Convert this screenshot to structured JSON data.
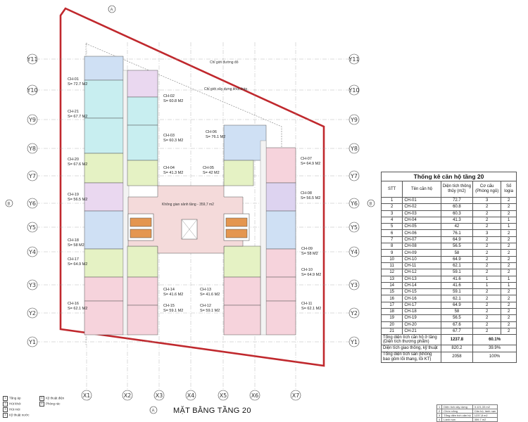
{
  "axes": {
    "rows": [
      "Y11",
      "Y10",
      "Y9",
      "Y8",
      "Y7",
      "Y6",
      "Y5",
      "Y4",
      "Y3",
      "Y2",
      "Y1"
    ],
    "cols": [
      "X1",
      "X2",
      "X3",
      "X4",
      "X5",
      "X6",
      "X7"
    ],
    "sections": [
      "A",
      "B"
    ]
  },
  "notes": {
    "road_boundary": "Chỉ giới đường đỏ",
    "build_boundary": "Chỉ giới xây dựng khối tháp",
    "lobby": "Không gian sảnh tầng - 359,7 m2"
  },
  "units": [
    {
      "name": "CH-01",
      "area": "S= 72.7 M2"
    },
    {
      "name": "CH-02",
      "area": "S= 60.8 M2"
    },
    {
      "name": "CH-03",
      "area": "S= 60.3 M2"
    },
    {
      "name": "CH-04",
      "area": "S= 41.3 M2"
    },
    {
      "name": "CH-05",
      "area": "S= 42 M2"
    },
    {
      "name": "CH-06",
      "area": "S= 76.1 M2"
    },
    {
      "name": "CH-07",
      "area": "S= 64.9 M2"
    },
    {
      "name": "CH-08",
      "area": "S= 56.5 M2"
    },
    {
      "name": "CH-09",
      "area": "S= 58 M2"
    },
    {
      "name": "CH-10",
      "area": "S= 64.9 M2"
    },
    {
      "name": "CH-11",
      "area": "S= 62.1 M2"
    },
    {
      "name": "CH-12",
      "area": "S= 59.1 M2"
    },
    {
      "name": "CH-13",
      "area": "S= 41.6 M2"
    },
    {
      "name": "CH-14",
      "area": "S= 41.6 M2"
    },
    {
      "name": "CH-15",
      "area": "S= 59.1 M2"
    },
    {
      "name": "CH-16",
      "area": "S= 62.1 M2"
    },
    {
      "name": "CH-17",
      "area": "S= 64.9 M2"
    },
    {
      "name": "CH-18",
      "area": "S= 58 M2"
    },
    {
      "name": "CH-19",
      "area": "S= 56.5 M2"
    },
    {
      "name": "CH-20",
      "area": "S= 67.6 M2"
    },
    {
      "name": "CH-21",
      "area": "S= 67.7 M2"
    }
  ],
  "table": {
    "title": "Thống kê căn hộ tầng 20",
    "headers": [
      "STT",
      "Tên căn hộ",
      "Diện tích thông thủy (m2)",
      "Cơ cấu (Phòng ngủ)",
      "Số logia"
    ],
    "rows": [
      [
        "1",
        "CH-01",
        "72.7",
        "3",
        "2"
      ],
      [
        "2",
        "CH-02",
        "60.8",
        "2",
        "2"
      ],
      [
        "3",
        "CH-03",
        "60.3",
        "2",
        "2"
      ],
      [
        "4",
        "CH-04",
        "41.3",
        "2",
        "1"
      ],
      [
        "5",
        "CH-05",
        "42",
        "2",
        "1"
      ],
      [
        "6",
        "CH-06",
        "76.1",
        "3",
        "2"
      ],
      [
        "7",
        "CH-07",
        "64.9",
        "2",
        "2"
      ],
      [
        "8",
        "CH-08",
        "56.5",
        "2",
        "2"
      ],
      [
        "9",
        "CH-09",
        "58",
        "2",
        "2"
      ],
      [
        "10",
        "CH-10",
        "64.9",
        "2",
        "2"
      ],
      [
        "11",
        "CH-11",
        "62.1",
        "2",
        "2"
      ],
      [
        "12",
        "CH-12",
        "59.1",
        "2",
        "2"
      ],
      [
        "13",
        "CH-13",
        "41.6",
        "1",
        "1"
      ],
      [
        "14",
        "CH-14",
        "41.6",
        "1",
        "1"
      ],
      [
        "15",
        "CH-15",
        "59.1",
        "2",
        "2"
      ],
      [
        "16",
        "CH-16",
        "62.1",
        "2",
        "2"
      ],
      [
        "17",
        "CH-17",
        "64.9",
        "2",
        "2"
      ],
      [
        "18",
        "CH-18",
        "58",
        "2",
        "2"
      ],
      [
        "19",
        "CH-19",
        "56.5",
        "2",
        "2"
      ],
      [
        "20",
        "CH-20",
        "67.6",
        "2",
        "2"
      ],
      [
        "21",
        "CH-21",
        "67.7",
        "2",
        "2"
      ]
    ],
    "summary": [
      {
        "label": "Tổng diện tích căn hộ ở tầng (Diện tích thương phẩm)",
        "value": "1237.8",
        "pct": "60.1%"
      },
      {
        "label": "Diện tích giao thông, kỹ thuật",
        "value": "820.2",
        "pct": "39.9%"
      },
      {
        "label": "Tổng diện tích sàn (không bao gồm lõi thang, lõi KT)",
        "value": "2058",
        "pct": "100%"
      }
    ]
  },
  "legend": [
    {
      "num": "1",
      "label": "Tầng áp"
    },
    {
      "num": "2",
      "label": "Hút khói"
    },
    {
      "num": "3",
      "label": "Hút mùi"
    },
    {
      "num": "4",
      "label": "Kỹ thuật nước"
    },
    {
      "num": "5",
      "label": "Kỹ thuật điện"
    },
    {
      "num": "6",
      "label": "Phòng rác"
    }
  ],
  "plan_title": "MẶT BẰNG TẦNG 20",
  "infobox": [
    [
      "1",
      "Diện tích xây dựng",
      "3.121,33 m2"
    ],
    [
      "2",
      "Chức năng",
      "Căn hộ, lánh nạn"
    ],
    [
      "3",
      "Tổng diện tích căn hộ",
      "1237,8 m2"
    ],
    [
      "4",
      "Lánh nạn",
      "359,7 m2"
    ]
  ],
  "colors": {
    "blue": "#cfe0f4",
    "cyan": "#c8eef0",
    "green": "#e5f2c4",
    "pink": "#f6d3dc",
    "violet": "#ddd3f0",
    "lilac": "#ead8f0",
    "boundary": "#c0282d",
    "lobby": "#f4dada"
  }
}
